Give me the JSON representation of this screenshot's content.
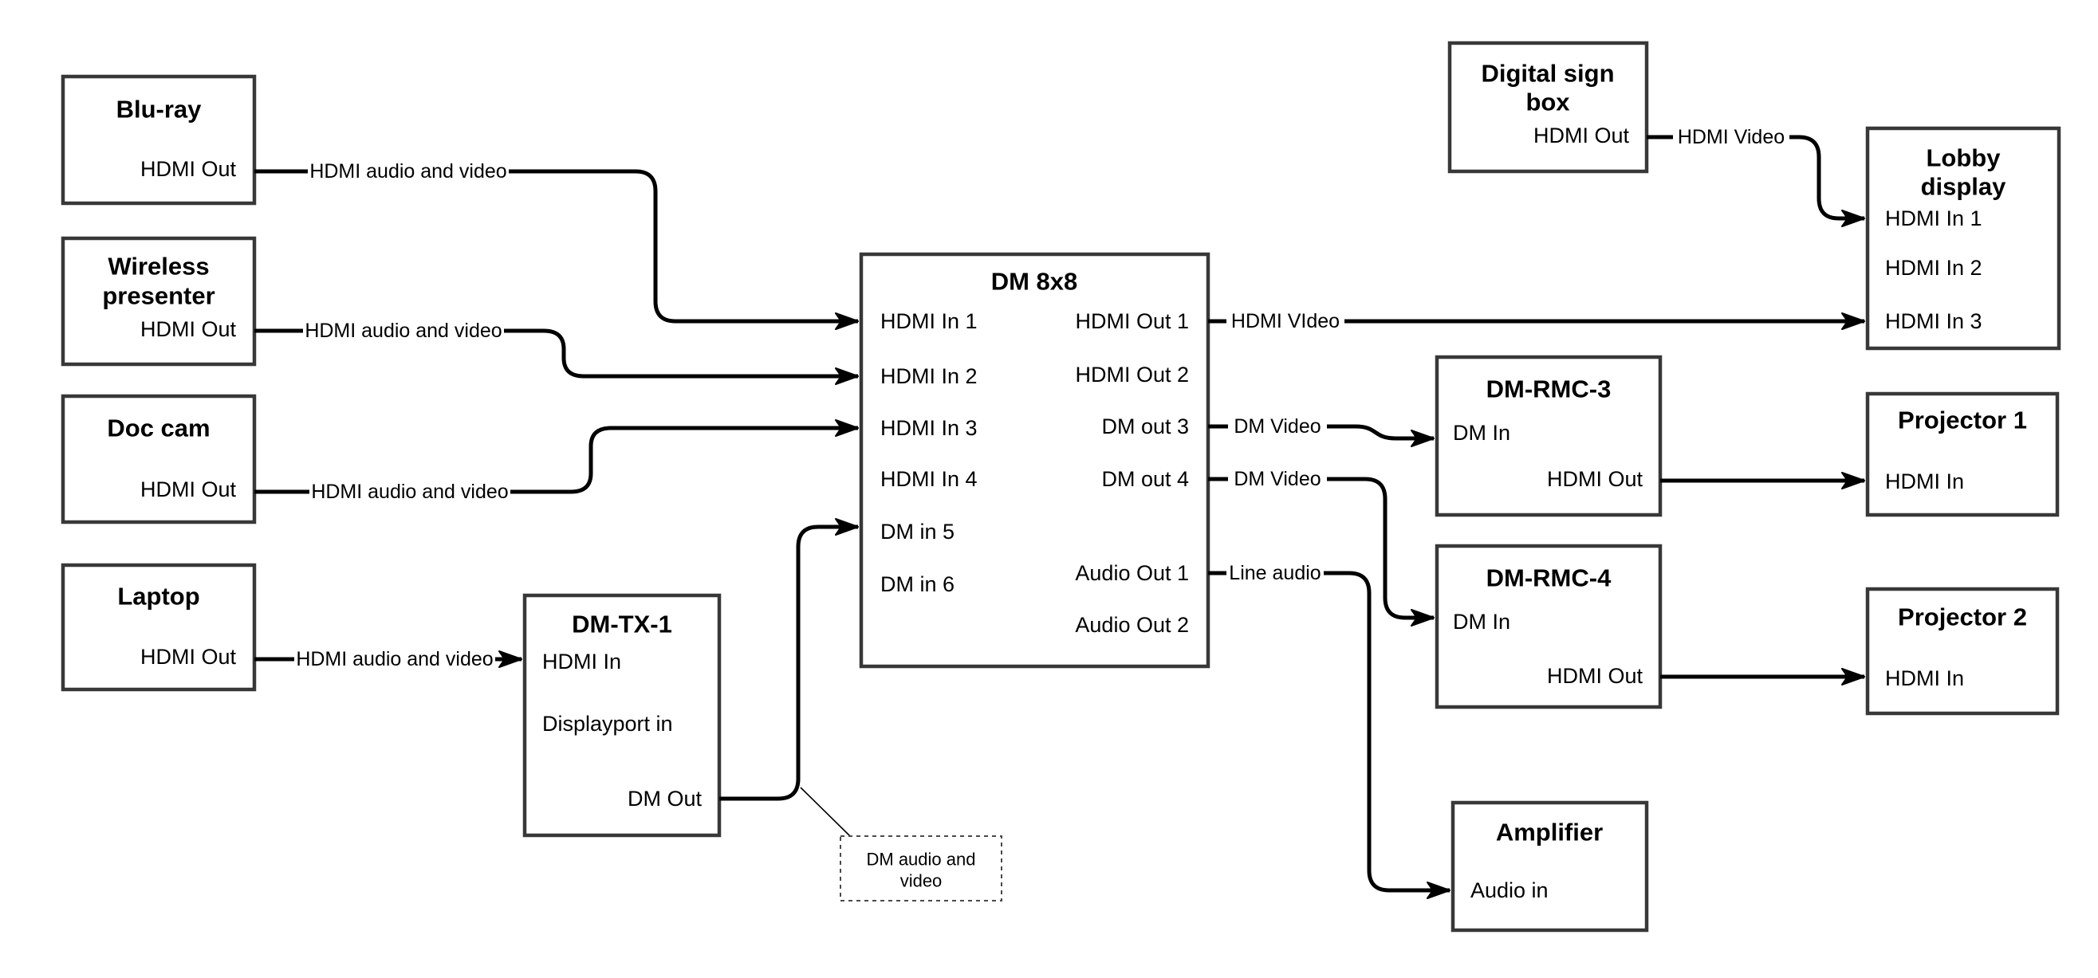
{
  "diagram": {
    "background_color": "#ffffff",
    "wire_color": "#000000",
    "box_border_color": "#383838",
    "text_color": "#000000"
  },
  "nodes": {
    "bluray": {
      "title": "Blu-ray",
      "port_hdmi_out": "HDMI Out"
    },
    "wireless": {
      "title_line1": "Wireless",
      "title_line2": "presenter",
      "port_hdmi_out": "HDMI Out"
    },
    "doccam": {
      "title": "Doc cam",
      "port_hdmi_out": "HDMI Out"
    },
    "laptop": {
      "title": "Laptop",
      "port_hdmi_out": "HDMI Out"
    },
    "dmtx1": {
      "title": "DM-TX-1",
      "port_hdmi_in": "HDMI In",
      "port_displayport_in": "Displayport in",
      "port_dm_out": "DM Out"
    },
    "dm8x8": {
      "title": "DM 8x8",
      "port_in1": "HDMI In 1",
      "port_in2": "HDMI In 2",
      "port_in3": "HDMI In 3",
      "port_in4": "HDMI In 4",
      "port_in5": "DM in 5",
      "port_in6": "DM in 6",
      "port_out1": "HDMI Out 1",
      "port_out2": "HDMI Out 2",
      "port_out3": "DM out 3",
      "port_out4": "DM out 4",
      "port_aout1": "Audio Out 1",
      "port_aout2": "Audio Out 2"
    },
    "digitalsign": {
      "title_line1": "Digital sign",
      "title_line2": "box",
      "port_hdmi_out": "HDMI Out"
    },
    "lobby": {
      "title_line1": "Lobby",
      "title_line2": "display",
      "port_in1": "HDMI In 1",
      "port_in2": "HDMI In 2",
      "port_in3": "HDMI In 3"
    },
    "rmc3": {
      "title": "DM-RMC-3",
      "port_dm_in": "DM In",
      "port_hdmi_out": "HDMI Out"
    },
    "proj1": {
      "title": "Projector 1",
      "port_hdmi_in": "HDMI In"
    },
    "rmc4": {
      "title": "DM-RMC-4",
      "port_dm_in": "DM In",
      "port_hdmi_out": "HDMI Out"
    },
    "proj2": {
      "title": "Projector 2",
      "port_hdmi_in": "HDMI In"
    },
    "amplifier": {
      "title": "Amplifier",
      "port_audio_in": "Audio in"
    }
  },
  "wire_labels": {
    "bluray_to_dm8x8": "HDMI audio and video",
    "wireless_to_dm8x8": "HDMI audio and video",
    "doccam_to_dm8x8": "HDMI audio and video",
    "laptop_to_dmtx1": "HDMI audio and video",
    "out1_to_lobby": "HDMI VIdeo",
    "out3_to_rmc3": "DM Video",
    "out4_to_rmc4": "DM Video",
    "audio1_to_amplifier": "Line audio",
    "digitalsign_to_lobby": "HDMI Video"
  },
  "note": {
    "line1": "DM audio and",
    "line2": "video"
  }
}
